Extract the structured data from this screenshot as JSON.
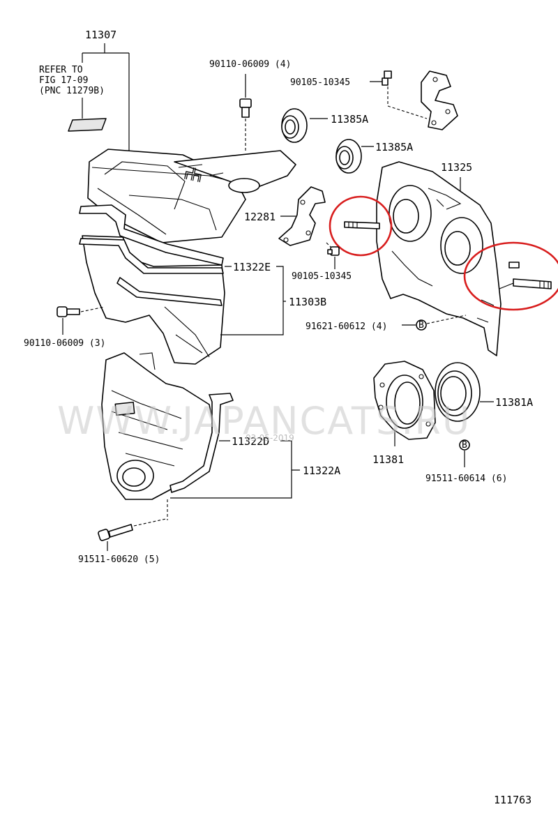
{
  "labels": {
    "p11307": "11307",
    "refer_line1": "REFER TO",
    "refer_line2": "FIG 17-09",
    "refer_line3": "(PNC 11279B)",
    "p90110_top": "90110-06009 (4)",
    "p90105_top": "90105-10345",
    "p11385a_1": "11385A",
    "p11385a_2": "11385A",
    "p11325": "11325",
    "p12281": "12281",
    "p90105_mid": "90105-10345",
    "p11322e": "11322E",
    "p11303b": "11303B",
    "p90110_left": "90110-06009 (3)",
    "p91621": "91621-60612 (4)",
    "p11381a": "11381A",
    "p11322d": "11322D",
    "p11322a": "11322A",
    "p11381": "11381",
    "p91511_right": "91511-60614 (6)",
    "p91511_bottom": "91511-60620 (5)",
    "fig_number": "111763",
    "b_mark": "B"
  },
  "watermark": {
    "text": "WWW.JAPANCATS.RU",
    "date": "03-05-2019"
  },
  "colors": {
    "ink": "#000000",
    "highlight_circle": "#d81d1d",
    "watermark": "#c8c8c8"
  }
}
